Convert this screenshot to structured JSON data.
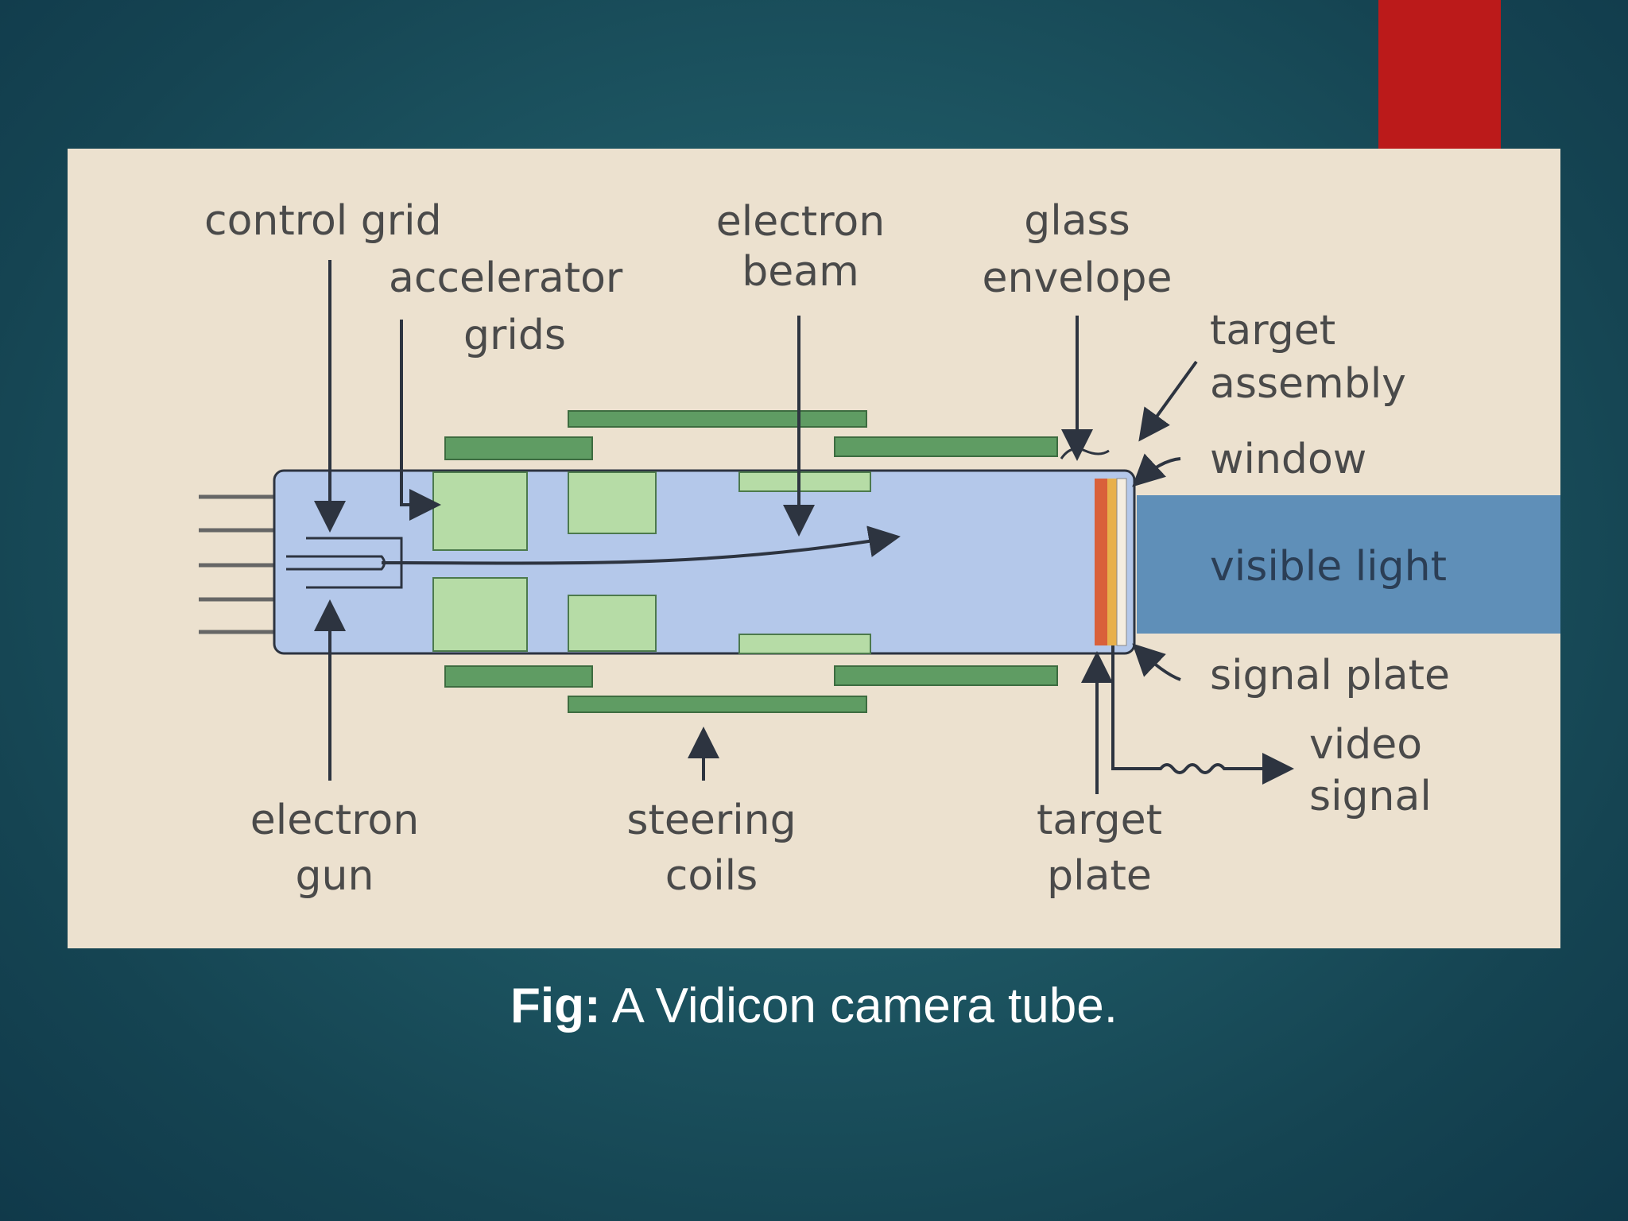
{
  "accent_color": "#bb1a1a",
  "figure": {
    "labels": {
      "control_grid": "control grid",
      "accelerator_1": "accelerator",
      "accelerator_2": "grids",
      "electron_beam_1": "electron",
      "electron_beam_2": "beam",
      "glass_envelope_1": "glass",
      "glass_envelope_2": "envelope",
      "target_assembly_1": "target",
      "target_assembly_2": "assembly",
      "window": "window",
      "visible_light": "visible light",
      "signal_plate": "signal plate",
      "video_signal_1": "video",
      "video_signal_2": "signal",
      "electron_gun_1": "electron",
      "electron_gun_2": "gun",
      "steering_coils_1": "steering",
      "steering_coils_2": "coils",
      "target_plate_1": "target",
      "target_plate_2": "plate"
    }
  },
  "caption": {
    "prefix": "Fig:",
    "text": " A Vidicon camera tube."
  }
}
